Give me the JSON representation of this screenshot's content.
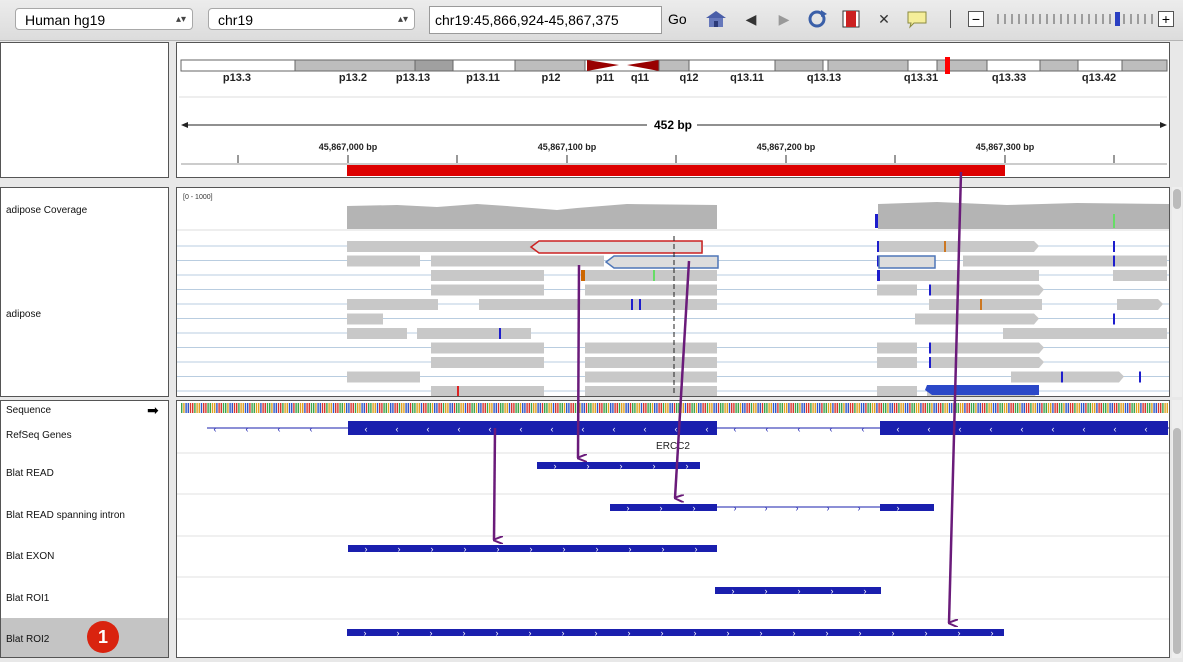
{
  "toolbar": {
    "genome": "Human hg19",
    "chromosome": "chr19",
    "locus": "chr19:45,866,924-45,867,375",
    "go_label": "Go"
  },
  "ideogram": {
    "bands": [
      "p13.3",
      "p13.2",
      "p13.13",
      "p13.11",
      "p12",
      "p11",
      "q11",
      "q12",
      "q13.11",
      "q13.13",
      "q13.31",
      "q13.33",
      "q13.42"
    ]
  },
  "ruler": {
    "span_label": "452 bp",
    "ticks": [
      "45,867,000 bp",
      "45,867,100 bp",
      "45,867,200 bp",
      "45,867,300 bp"
    ]
  },
  "tracks": {
    "coverage_name": "adipose Coverage",
    "coverage_range": "[0 - 1000]",
    "alignment_name": "adipose",
    "sequence_name": "Sequence",
    "refseq_name": "RefSeq Genes",
    "gene_label": "ERCC2",
    "blat_read": "Blat READ",
    "blat_read_intron": "Blat READ spanning intron",
    "blat_exon": "Blat EXON",
    "blat_roi1": "Blat ROI1",
    "blat_roi2": "Blat ROI2"
  },
  "callout": {
    "number": "1",
    "color": "#d9230f"
  },
  "colors": {
    "feature": "#1a1fae",
    "roi": "#dd0000",
    "arrow": "#6a1b7a",
    "read": "#c8c8c8"
  }
}
